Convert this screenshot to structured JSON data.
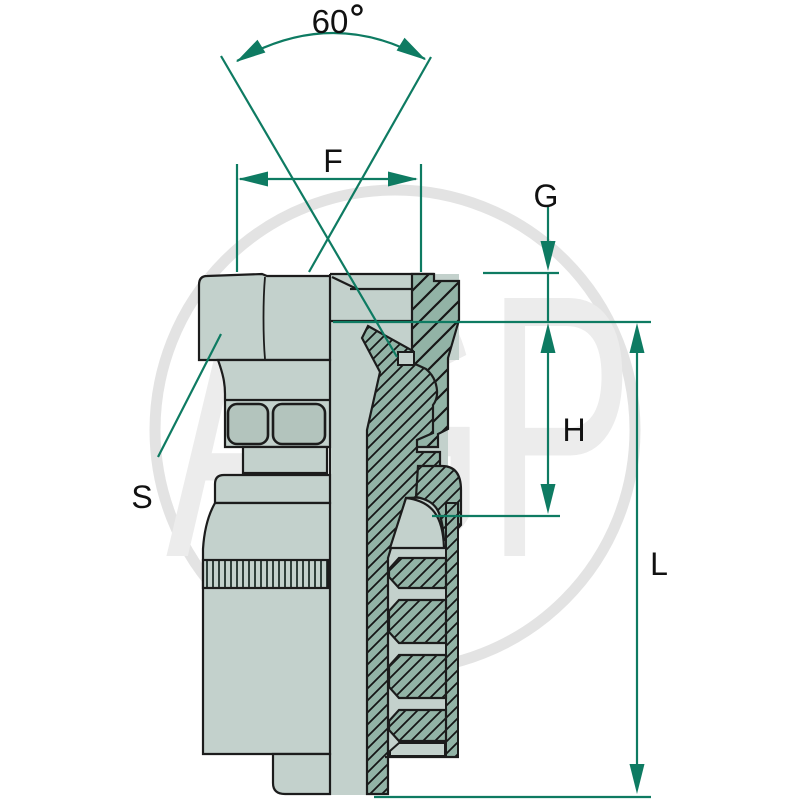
{
  "drawing": {
    "title": "hydraulic hose fitting section drawing",
    "angle_label": "60",
    "dim_f": "F",
    "dim_g": "G",
    "dim_h": "H",
    "dim_l": "L",
    "dim_s": "S"
  },
  "watermark": {
    "text": "AGP"
  },
  "colors": {
    "dimension_green": "#0e7b62",
    "body_fill": "#c3d1cc",
    "window_fill": "#b3c4bd",
    "section_fill": "#92b3a6",
    "outline_black": "#1c1c1c",
    "watermark_gray": "#e7e7e7"
  }
}
